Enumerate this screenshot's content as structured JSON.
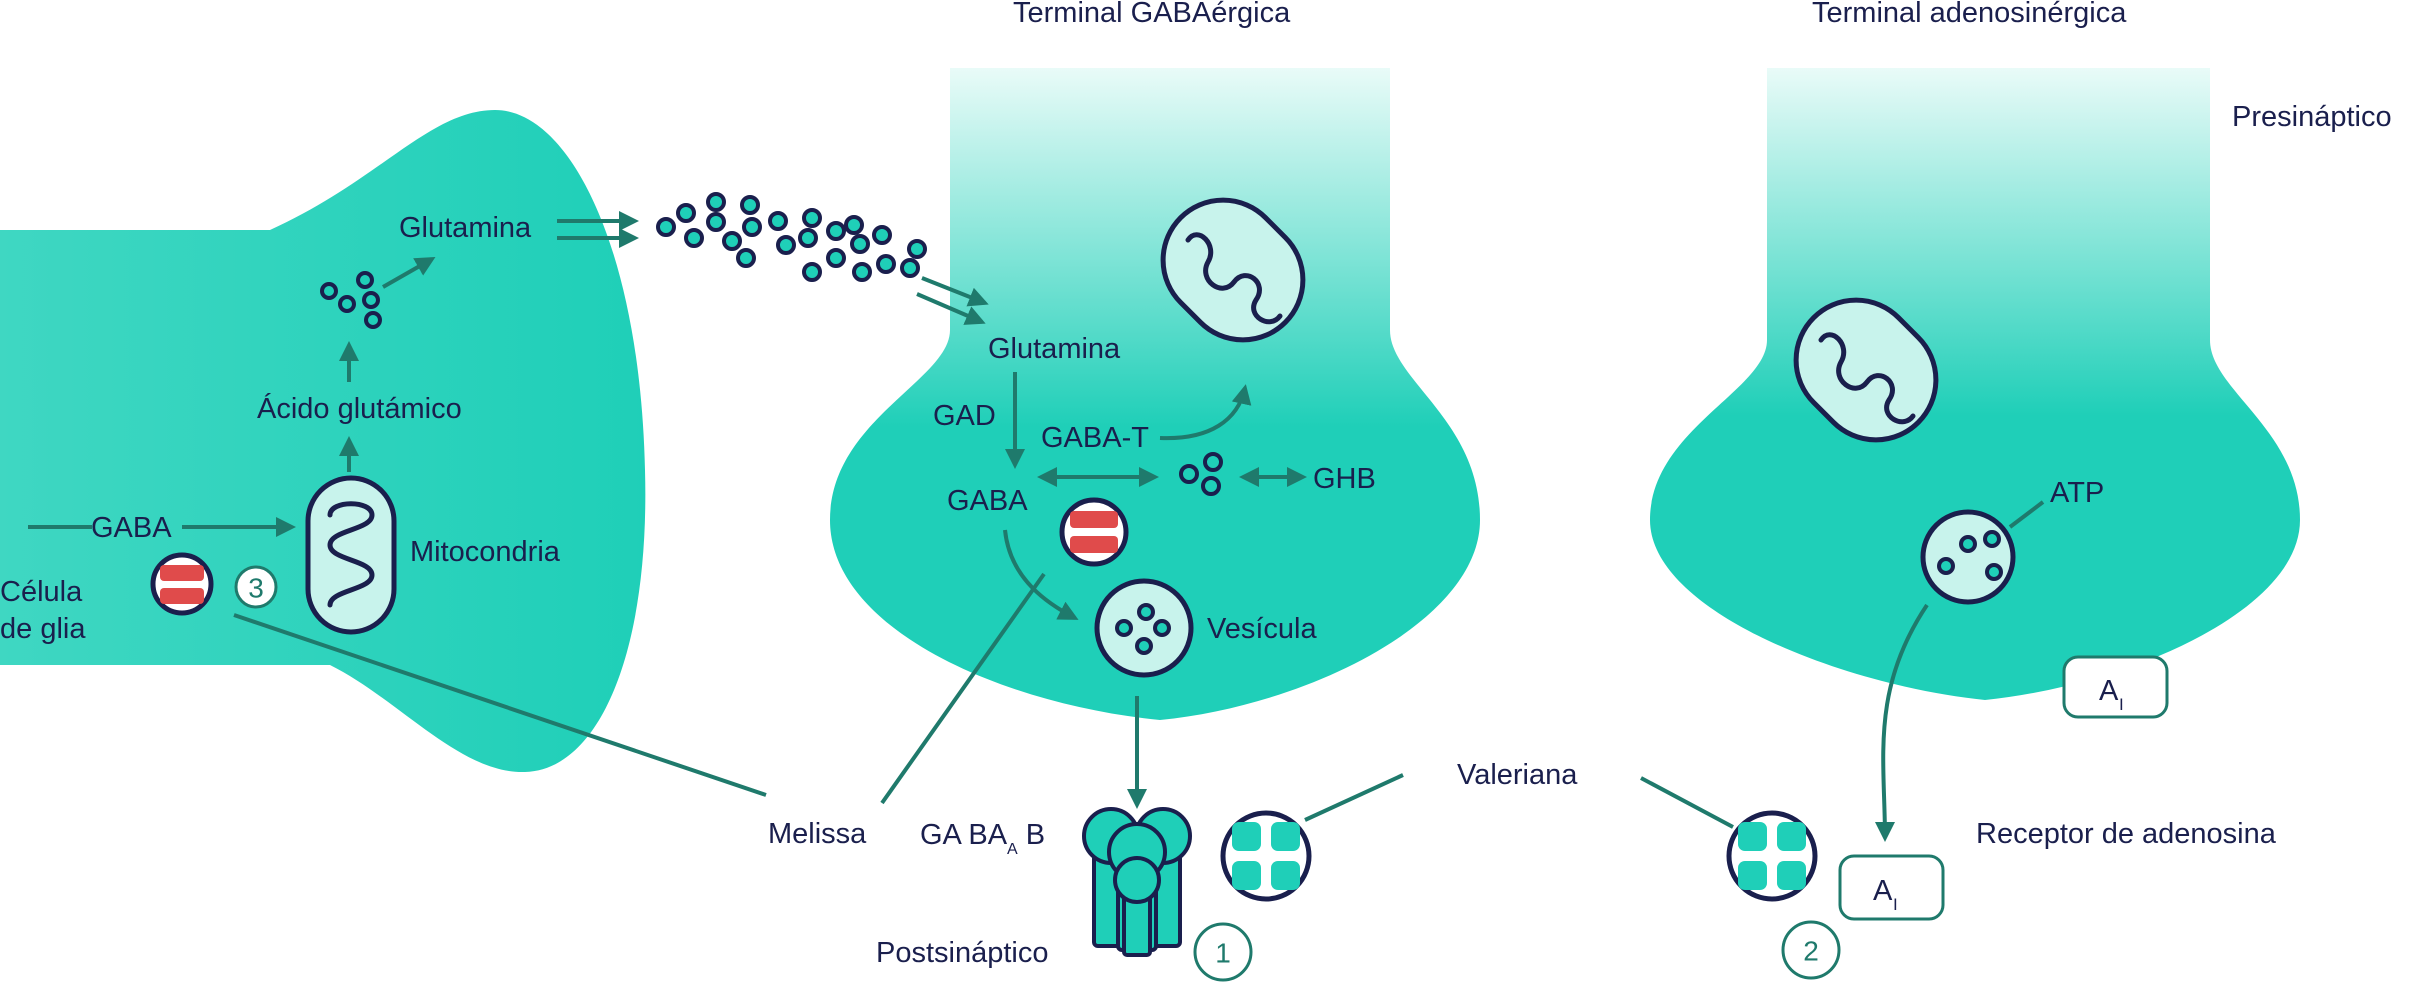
{
  "titles": {
    "gaba_terminal": "Terminal GABAérgica",
    "adenosine_terminal": "Terminal adenosinérgica"
  },
  "labels": {
    "presynaptic": "Presináptico",
    "postsynaptic": "Postsináptico",
    "glia_cell_line1": "Célula",
    "glia_cell_line2": "de glia",
    "gaba_glia": "GABA",
    "mitochondria": "Mitocondria",
    "glutamic_acid": "Ácido glutámico",
    "glutamine_glia": "Glutamina",
    "glutamine_terminal": "Glutamina",
    "gad": "GAD",
    "gaba_t": "GABA-T",
    "gaba_terminal": "GABA",
    "ghb": "GHB",
    "vesicle": "Vesícula",
    "atp": "ATP",
    "receptor_a1_pre": "A",
    "receptor_a1_pre_sub": "I",
    "receptor_a1_post": "A",
    "receptor_a1_post_sub": "I",
    "adenosine_receptor": "Receptor de adenosina",
    "gaba_a_b_part1": "GA BA",
    "gaba_a_b_sub": "A",
    "gaba_a_b_part2": " B",
    "melissa": "Melissa",
    "valeriana": "Valeriana"
  },
  "badges": {
    "one": "1",
    "two": "2",
    "three": "3"
  },
  "colors": {
    "teal": "#1fcfb8",
    "teal_light": "#e9fbf8",
    "pale_teal": "#c8f3ec",
    "dark_teal": "#1f7a6c",
    "navy": "#1a1f4d",
    "red": "#e04b4b"
  }
}
